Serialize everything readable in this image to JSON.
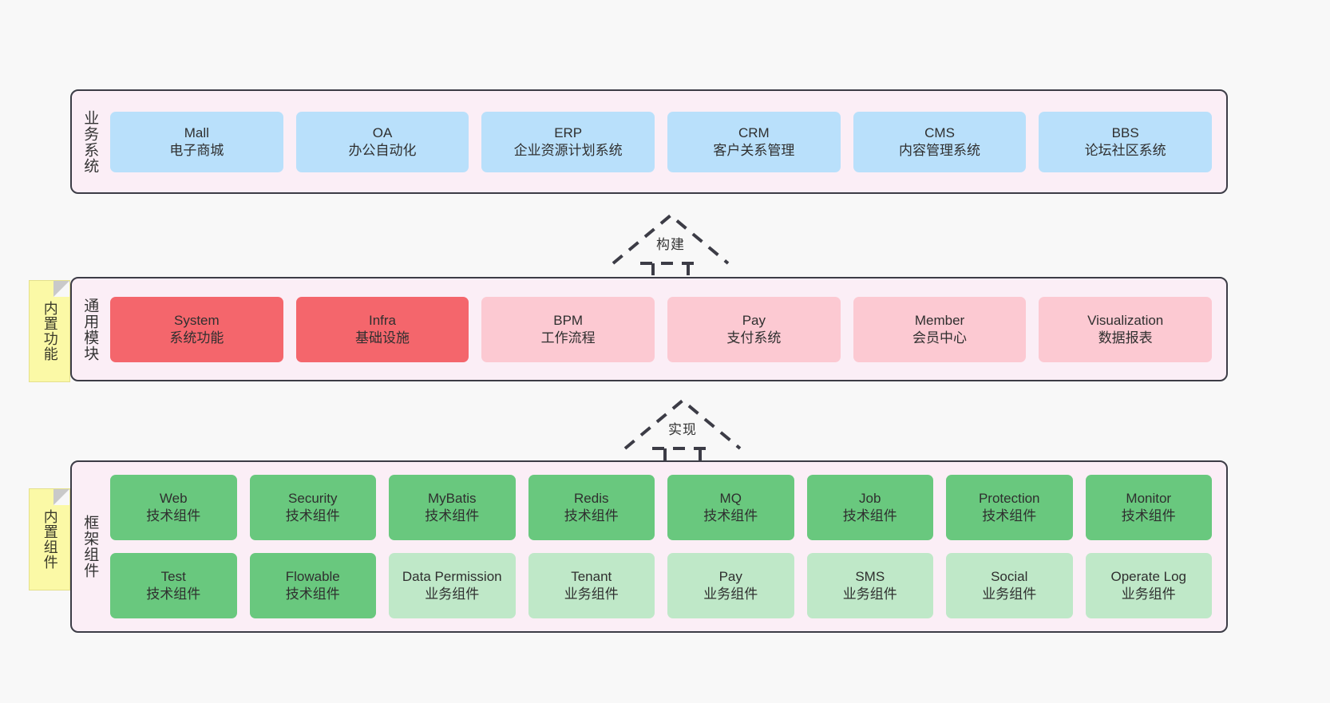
{
  "diagram": {
    "layers": [
      {
        "id": "business-system",
        "title": "业务系统",
        "rows": [
          [
            {
              "name": "Mall",
              "desc": "电子商城",
              "style": "blue"
            },
            {
              "name": "OA",
              "desc": "办公自动化",
              "style": "blue"
            },
            {
              "name": "ERP",
              "desc": "企业资源计划系统",
              "style": "blue"
            },
            {
              "name": "CRM",
              "desc": "客户关系管理",
              "style": "blue"
            },
            {
              "name": "CMS",
              "desc": "内容管理系统",
              "style": "blue"
            },
            {
              "name": "BBS",
              "desc": "论坛社区系统",
              "style": "blue"
            }
          ]
        ]
      },
      {
        "id": "common-module",
        "title": "通用模块",
        "note": "内置功能",
        "rows": [
          [
            {
              "name": "System",
              "desc": "系统功能",
              "style": "red"
            },
            {
              "name": "Infra",
              "desc": "基础设施",
              "style": "red"
            },
            {
              "name": "BPM",
              "desc": "工作流程",
              "style": "pink"
            },
            {
              "name": "Pay",
              "desc": "支付系统",
              "style": "pink"
            },
            {
              "name": "Member",
              "desc": "会员中心",
              "style": "pink"
            },
            {
              "name": "Visualization",
              "desc": "数据报表",
              "style": "pink"
            }
          ]
        ]
      },
      {
        "id": "framework-component",
        "title": "框架组件",
        "note": "内置组件",
        "rows": [
          [
            {
              "name": "Web",
              "desc": "技术组件",
              "style": "green"
            },
            {
              "name": "Security",
              "desc": "技术组件",
              "style": "green"
            },
            {
              "name": "MyBatis",
              "desc": "技术组件",
              "style": "green"
            },
            {
              "name": "Redis",
              "desc": "技术组件",
              "style": "green"
            },
            {
              "name": "MQ",
              "desc": "技术组件",
              "style": "green"
            },
            {
              "name": "Job",
              "desc": "技术组件",
              "style": "green"
            },
            {
              "name": "Protection",
              "desc": "技术组件",
              "style": "green"
            },
            {
              "name": "Monitor",
              "desc": "技术组件",
              "style": "green"
            }
          ],
          [
            {
              "name": "Test",
              "desc": "技术组件",
              "style": "green"
            },
            {
              "name": "Flowable",
              "desc": "技术组件",
              "style": "green"
            },
            {
              "name": "Data Permission",
              "desc": "业务组件",
              "style": "lgreen"
            },
            {
              "name": "Tenant",
              "desc": "业务组件",
              "style": "lgreen"
            },
            {
              "name": "Pay",
              "desc": "业务组件",
              "style": "lgreen"
            },
            {
              "name": "SMS",
              "desc": "业务组件",
              "style": "lgreen"
            },
            {
              "name": "Social",
              "desc": "业务组件",
              "style": "lgreen"
            },
            {
              "name": "Operate Log",
              "desc": "业务组件",
              "style": "lgreen"
            }
          ]
        ]
      }
    ],
    "connectors": [
      {
        "id": "build-connector",
        "label": "构建",
        "from": "common-module",
        "to": "business-system"
      },
      {
        "id": "implement-connector",
        "label": "实现",
        "from": "framework-component",
        "to": "common-module"
      }
    ],
    "colors": {
      "background": "#f8f8f8",
      "panel_fill": "#fbeef6",
      "panel_border": "#3c3c46",
      "blue": "#b9e0fb",
      "red": "#f4666c",
      "pink": "#fcc9d2",
      "green": "#69c87e",
      "light_green": "#bfe8c8",
      "note_fill": "#fbf9a6",
      "note_fold": "#c9c9c9",
      "connector_stroke": "#3c3c46"
    }
  }
}
